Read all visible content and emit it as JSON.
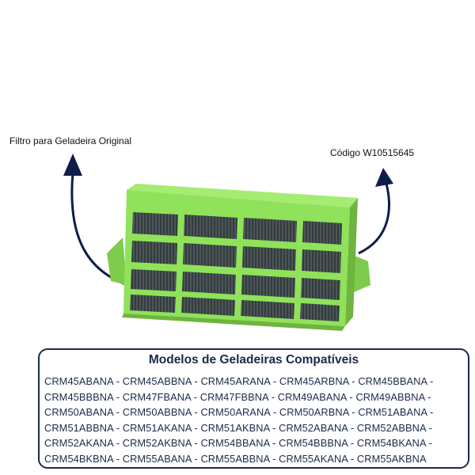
{
  "labels": {
    "left": "Filtro para Geladeira Original",
    "right": "Código W10515645"
  },
  "compat": {
    "title": "Modelos de Geladeiras Compatíveis",
    "lines": [
      "CRM45ABANA - CRM45ABBNA - CRM45ARANA - CRM45ARBNA - CRM45BBANA -",
      "CRM45BBBNA - CRM47FBANA - CRM47FBBNA - CRM49ABANA - CRM49ABBNA -",
      "CRM50ABANA - CRM50ABBNA - CRM50ARANA - CRM50ARBNA - CRM51ABANA -",
      "CRM51ABBNA - CRM51AKANA - CRM51AKBNA - CRM52ABANA - CRM52ABBNA -",
      "CRM52AKANA - CRM52AKBNA - CRM54BBANA - CRM54BBBNA - CRM54BKANA -",
      "CRM54BKBNA - CRM55ABANA - CRM55ABBNA - CRM55AKANA - CRM55AKBNA"
    ]
  },
  "colors": {
    "filter_frame": "#8fe25a",
    "filter_shadow": "#6fb43f",
    "carbon": "#3e4649",
    "arrow": "#0f1d4a",
    "box_border": "#1c2a4a"
  }
}
